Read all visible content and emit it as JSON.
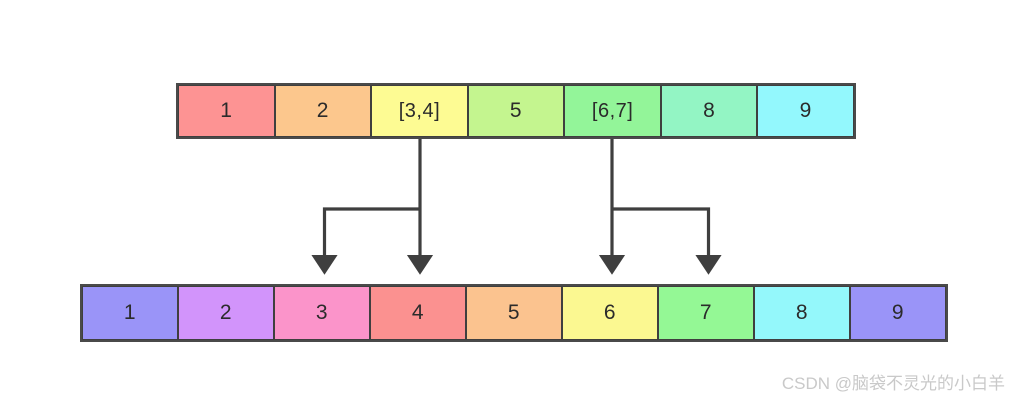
{
  "diagram": {
    "title": "merge-split-array-diagram",
    "stroke_color": "#3f3f3f",
    "arrow_color": "#3f3f3f",
    "background": "#ffffff",
    "top_row": {
      "name": "merged-array",
      "cells": [
        {
          "label": "1",
          "color": "#fd9393"
        },
        {
          "label": "2",
          "color": "#fcc78d"
        },
        {
          "label": "[3,4]",
          "color": "#fdfb93"
        },
        {
          "label": "5",
          "color": "#c4f58f"
        },
        {
          "label": "[6,7]",
          "color": "#93f599"
        },
        {
          "label": "8",
          "color": "#93f5c4"
        },
        {
          "label": "9",
          "color": "#93f8fd"
        }
      ]
    },
    "bottom_row": {
      "name": "expanded-array",
      "cells": [
        {
          "label": "1",
          "color": "#9a94f8"
        },
        {
          "label": "2",
          "color": "#d294fb"
        },
        {
          "label": "3",
          "color": "#fb94ca"
        },
        {
          "label": "4",
          "color": "#fb9190"
        },
        {
          "label": "5",
          "color": "#fbc38f"
        },
        {
          "label": "6",
          "color": "#fbf891"
        },
        {
          "label": "7",
          "color": "#94f895"
        },
        {
          "label": "8",
          "color": "#94f8fb"
        },
        {
          "label": "9",
          "color": "#9a94f8"
        }
      ]
    },
    "connectors": [
      {
        "name": "connector-3-4",
        "source_label": "[3,4]",
        "targets": [
          "3",
          "4"
        ]
      },
      {
        "name": "connector-6-7",
        "source_label": "[6,7]",
        "targets": [
          "6",
          "7"
        ]
      }
    ]
  },
  "watermark": {
    "text": "CSDN @脑袋不灵光的小白羊"
  }
}
